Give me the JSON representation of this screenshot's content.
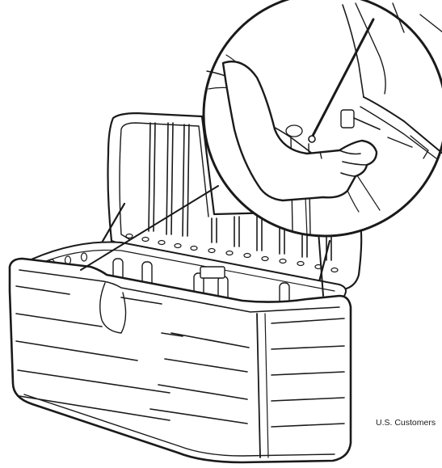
{
  "footer": {
    "text": "U.S. Customers"
  },
  "figure": {
    "main_drawing": "deck-box-with-open-lid-illustration",
    "detail_drawing": "hand-attaching-lid-support-rod-detail"
  }
}
